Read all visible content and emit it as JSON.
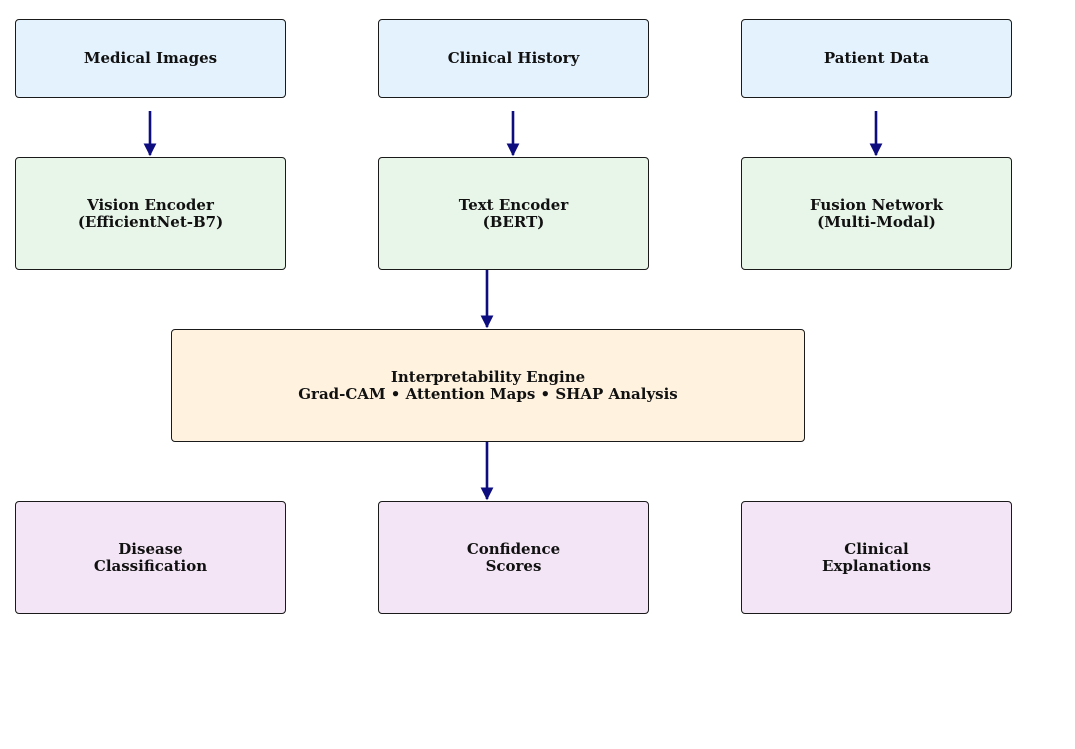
{
  "colors": {
    "input_fill": "#e3f2fd",
    "encoder_fill": "#e8f5e9",
    "engine_fill": "#fff3e0",
    "output_fill": "#f3e5f5",
    "arrow": "#0d0d80",
    "border": "#1a1a1a"
  },
  "inputs": {
    "medical_images": "Medical Images",
    "clinical_history": "Clinical History",
    "patient_data": "Patient Data"
  },
  "encoders": {
    "vision": {
      "line1": "Vision Encoder",
      "line2": "(EfficientNet-B7)"
    },
    "text": {
      "line1": "Text Encoder",
      "line2": "(BERT)"
    },
    "fusion": {
      "line1": "Fusion Network",
      "line2": "(Multi-Modal)"
    }
  },
  "engine": {
    "line1": "Interpretability Engine",
    "line2": "Grad-CAM • Attention Maps • SHAP Analysis"
  },
  "outputs": {
    "disease": {
      "line1": "Disease",
      "line2": "Classification"
    },
    "confidence": {
      "line1": "Confidence",
      "line2": "Scores"
    },
    "explanations": {
      "line1": "Clinical",
      "line2": "Explanations"
    }
  },
  "edges": [
    {
      "from": "medical-images-box",
      "to": "vision-encoder-box"
    },
    {
      "from": "clinical-history-box",
      "to": "text-encoder-box"
    },
    {
      "from": "patient-data-box",
      "to": "fusion-network-box"
    },
    {
      "from": "text-encoder-box",
      "to": "interpretability-engine-box"
    },
    {
      "from": "interpretability-engine-box",
      "to": "confidence-scores-box"
    }
  ]
}
